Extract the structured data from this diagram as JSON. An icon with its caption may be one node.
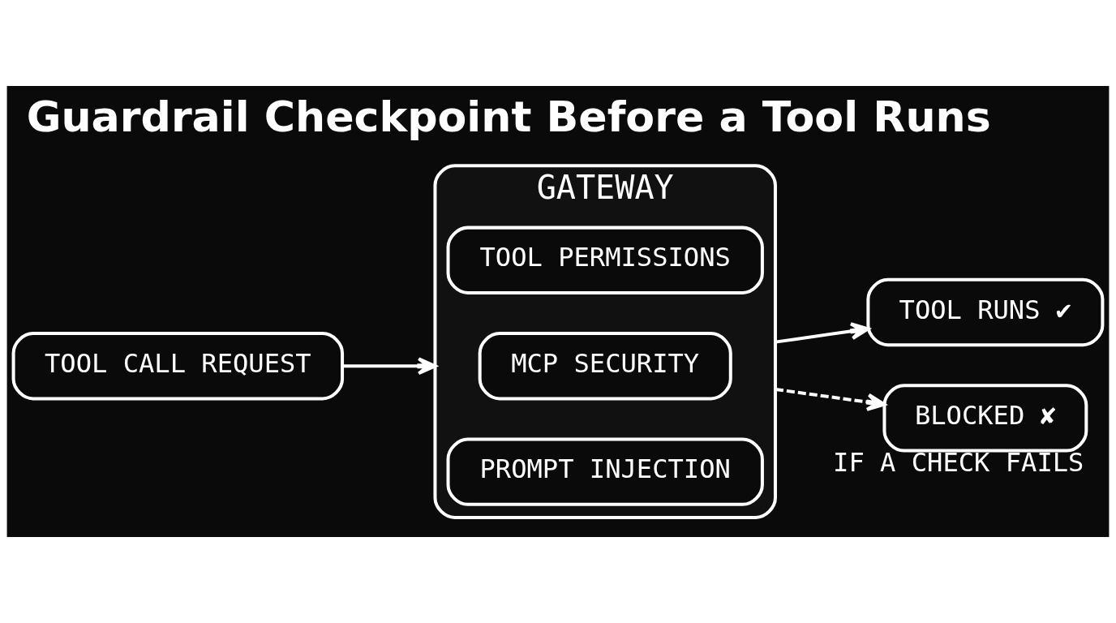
{
  "diagram": {
    "title": "Guardrail Checkpoint Before a Tool Runs",
    "nodes": [
      {
        "text": [
          "TOOL CALL REQUEST"
        ]
      },
      {
        "text": [
          "GATEWAY"
        ]
      },
      {
        "text": [
          "TOOL PERMISSIONS"
        ],
        "in": 1
      },
      {
        "text": [
          "MCP SECURITY"
        ],
        "in": 1
      },
      {
        "text": [
          "PROMPT INJECTION"
        ],
        "in": 1
      },
      {
        "text": [
          "TOOL RUNS ✔"
        ]
      },
      {
        "text": [
          "BLOCKED ✘"
        ],
        "beside": [
          "IF A CHECK FAILS"
        ]
      }
    ],
    "edges": [
      {
        "from": 0,
        "to": 1,
        "arrow": "to"
      },
      {
        "from": 1,
        "to": 5,
        "arrow": "to"
      },
      {
        "from": 1,
        "to": 6,
        "arrow": "to",
        "style": "dashed"
      }
    ]
  }
}
